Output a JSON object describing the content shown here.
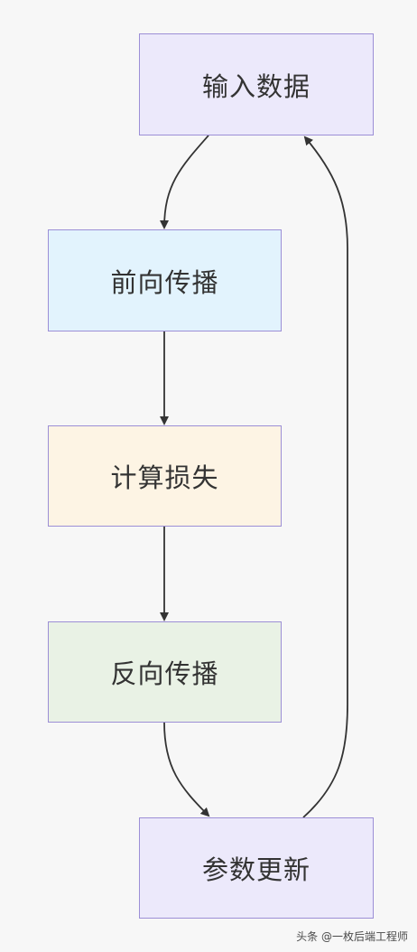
{
  "diagram": {
    "nodes": [
      {
        "id": "input",
        "label": "输入数据",
        "fill": "#ece9fb"
      },
      {
        "id": "forward",
        "label": "前向传播",
        "fill": "#e2f3fd"
      },
      {
        "id": "loss",
        "label": "计算损失",
        "fill": "#fdf4e4"
      },
      {
        "id": "backward",
        "label": "反向传播",
        "fill": "#e9f2e5"
      },
      {
        "id": "update",
        "label": "参数更新",
        "fill": "#ece9fb"
      }
    ],
    "edges": [
      {
        "from": "input",
        "to": "forward"
      },
      {
        "from": "forward",
        "to": "loss"
      },
      {
        "from": "loss",
        "to": "backward"
      },
      {
        "from": "backward",
        "to": "update"
      },
      {
        "from": "update",
        "to": "input"
      }
    ],
    "colors": {
      "node_border": "#9c8fd6",
      "edge": "#333333",
      "background": "#f7f7f7"
    }
  },
  "watermark": {
    "text": "头条 @一枚后端工程师"
  }
}
